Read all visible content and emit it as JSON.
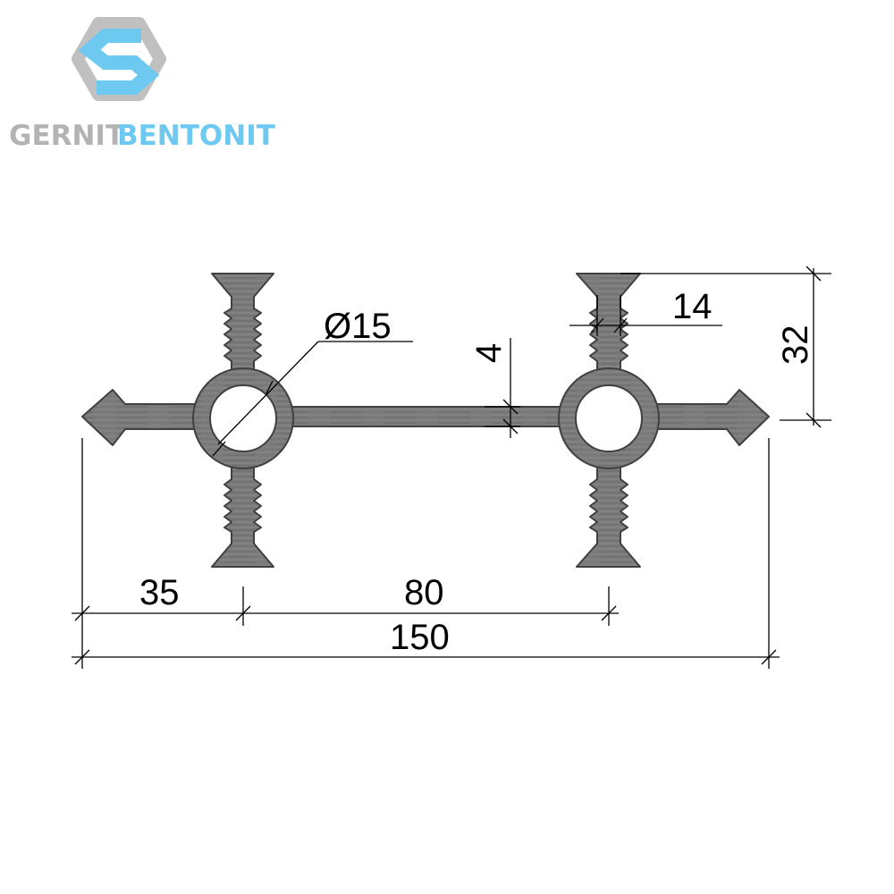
{
  "logo": {
    "word1": "GERNIT",
    "word2": "BENTONIT",
    "word1_color": "#b3b3b3",
    "word2_color": "#6ec9f0",
    "emblem": "hexagon-s-logo"
  },
  "dimensions": {
    "flange_width": "14",
    "height": "32",
    "bulb_diameter": "Ø15",
    "web_thickness": "4",
    "edge_to_bulb": "35",
    "bulb_spacing": "80",
    "total_width": "150"
  },
  "colors": {
    "profile_fill": "#7a7a7a",
    "profile_stroke": "#404040",
    "dimension_line": "#000000"
  }
}
